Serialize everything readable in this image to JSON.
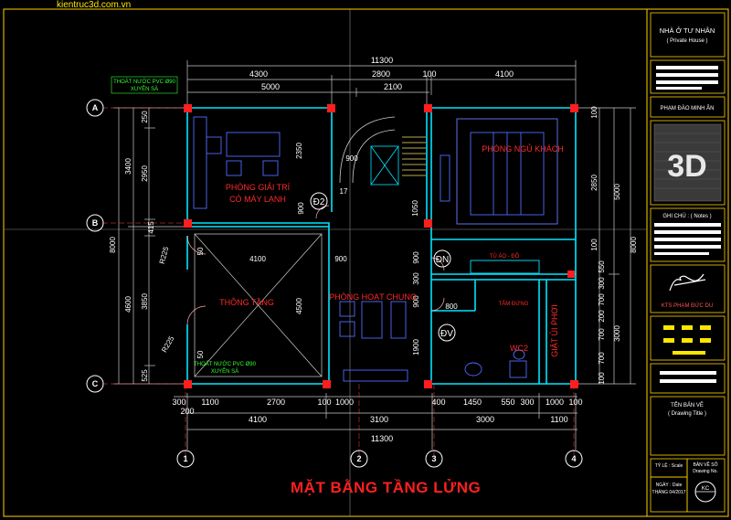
{
  "site": {
    "label": "kientruc3d.com.vn"
  },
  "drawing_title": "MẶT BẰNG TẦNG LỬNG",
  "grid": {
    "rows": [
      "A",
      "B",
      "C"
    ],
    "cols": [
      "1",
      "2",
      "3",
      "4"
    ]
  },
  "dims": {
    "top_overall": "11300",
    "top_row2": [
      "4300",
      "2800",
      "100",
      "4100"
    ],
    "top_row3": [
      "5000",
      "2100"
    ],
    "bottom_row1": [
      "300",
      "1100",
      "2700",
      "100",
      "1000",
      "400",
      "1450",
      "550",
      "300",
      "1000",
      "100"
    ],
    "bottom_left": "200",
    "bottom_row2": [
      "4100",
      "3100",
      "3000",
      "1100"
    ],
    "bottom_overall": "11300",
    "left_outer": "8000",
    "left_mid": [
      "3400",
      "4600"
    ],
    "left_inner": [
      "250",
      "2950",
      "415",
      "3850",
      "525"
    ],
    "left_r": [
      "R225",
      "R225"
    ],
    "right_outer": "8000",
    "right_mid": [
      "5000",
      "3000"
    ],
    "right_inner": [
      "100",
      "2850",
      "100",
      "550",
      "300",
      "700",
      "200",
      "700",
      "700",
      "100"
    ],
    "interior": {
      "d2350": "2350",
      "d900a": "900",
      "d900b": "900",
      "d17": "17",
      "d1050": "1050",
      "d4100": "4100",
      "d900c": "900",
      "d4500": "4500",
      "d800": "800",
      "d900d": "900",
      "d900e": "900",
      "d300": "300",
      "d1900": "1900",
      "d50a": "50",
      "d50b": "50"
    }
  },
  "rooms": {
    "entertainment": [
      "PHÒNG GIẢI TRÍ",
      "CÓ MÁY LẠNH"
    ],
    "guest_bedroom": "PHÒNG NGỦ KHÁCH",
    "void": "THÔNG TẦNG",
    "common": "PHÒNG HOẠT CHUNG",
    "wardrobe": "TỦ ÁO - ĐỒ",
    "shower": "TẮM ĐỨNG",
    "wc": "WC2",
    "laundry": "GIẶT ỦI PHƠI"
  },
  "tags": {
    "d2": "Đ2",
    "dn": "ĐN",
    "dv": "ĐV"
  },
  "notes": {
    "drain_top": [
      "THOÁT NƯỚC PVC Ø90",
      "XUYÊN SÀ"
    ],
    "drain_bottom": [
      "THOÁT NƯỚC PVC Ø90",
      "XUYÊN SÀ"
    ]
  },
  "title_block": {
    "project": "NHÀ Ở TƯ NHÂN",
    "project_en": "( Private House )",
    "designer": "PHẠM ĐÀO MINH ÂN",
    "logo": "3D",
    "notes_label": "GHI CHÚ : ( Notes )",
    "signer": "KTS PHẠM ĐỨC DU",
    "drawing_title_label": "TÊN BẢN VẼ",
    "drawing_title_en": "( Drawing Title )",
    "scale_label": "TỶ LỆ : Scale",
    "sheet_label": "BẢN VẼ SỐ",
    "sheet_label_en": "Drawing No.",
    "sheet_code": "KC",
    "date_label": "NGÀY : Date",
    "date_value": "THÁNG 04/2017"
  },
  "colors": {
    "background": "#000000",
    "wall": "#00e5ff",
    "dimension": "#ffffff",
    "room_text": "#ff2a2a",
    "column": "#ff1e1e",
    "frame": "#ffd200",
    "note": "#33ff33",
    "furniture": "#4f6bff"
  }
}
